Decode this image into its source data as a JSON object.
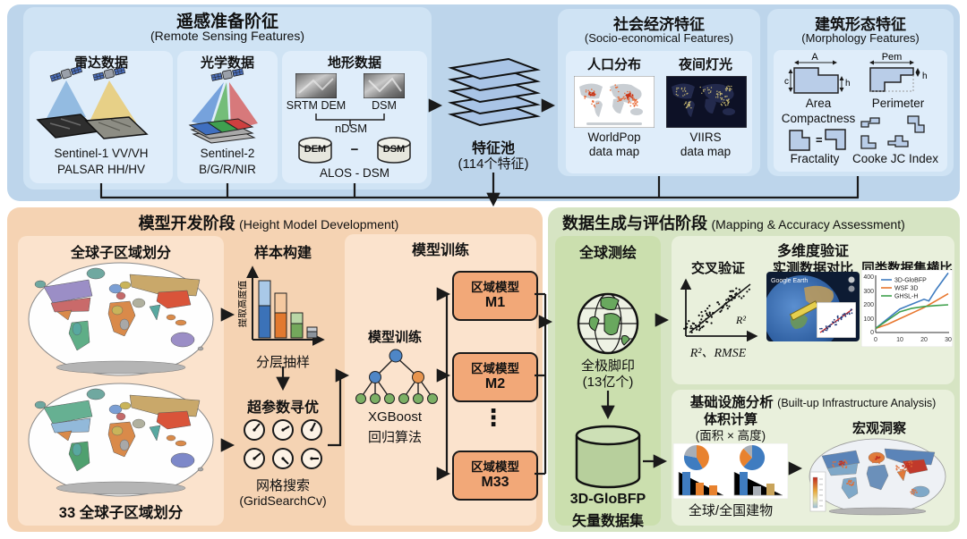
{
  "colors": {
    "panel_blue": "#bdd5eb",
    "panel_orange": "#f5d3b3",
    "panel_green": "#d6e4c3",
    "model_box": "#f2a878",
    "series_blue": "#3f7cc0",
    "series_orange": "#e8772e",
    "series_green": "#3fa04c"
  },
  "remote": {
    "title": "遥感准备阶征",
    "subtitle": "(Remote Sensing Features)",
    "radar": {
      "title": "雷达数据",
      "caption1": "Sentinel-1 VV/VH",
      "caption2": "PALSAR HH/HV"
    },
    "optical": {
      "title": "光学数据",
      "caption1": "Sentinel-2",
      "caption2": "B/G/R/NIR"
    },
    "terrain": {
      "title": "地形数据",
      "tile1": "SRTM DEM",
      "tile2": "DSM",
      "ndsm": "nDSM",
      "cyl1": "DEM",
      "minus": "−",
      "cyl2": "DSM",
      "caption": "ALOS - DSM"
    }
  },
  "pool": {
    "title": "特征池",
    "subtitle": "(114个特征)"
  },
  "socio": {
    "title": "社会经济特征",
    "subtitle": "(Socio-economical Features)",
    "pop": {
      "title": "人口分布",
      "caption1": "WorldPop",
      "caption2": "data map"
    },
    "light": {
      "title": "夜间灯光",
      "caption1": "VIIRS",
      "caption2": "data map"
    }
  },
  "morph": {
    "title": "建筑形态特征",
    "subtitle": "(Morphology Features)",
    "a": "A",
    "c": "c",
    "h": "h",
    "area": "Area",
    "compactness": "Compactness",
    "pem": "Pem",
    "h2": "h",
    "perimeter": "Perimeter",
    "eq": "=",
    "fractality": "Fractality",
    "cooke": "Cooke JC Index"
  },
  "model": {
    "title": "模型开发阶段",
    "subtitle": "(Height Model Development)",
    "region": {
      "title": "全球子区域划分",
      "caption": "33 全球子区域划分"
    },
    "sample": {
      "title": "样本构建",
      "ylabel": "提取高度值",
      "xlabel": "分层抽样"
    },
    "hyper": {
      "title": "超参数寻优",
      "caption1": "网格搜索",
      "caption2": "(GridSearchCv)"
    },
    "train": {
      "panel_title": "模型训练",
      "inner_title": "模型训练",
      "algo1": "XGBoost",
      "algo2": "回归算法",
      "ellipsis": "⋮",
      "m1_label": "区域模型",
      "m1": "M1",
      "m2_label": "区域模型",
      "m2": "M2",
      "m3_label": "区域模型",
      "m3": "M33"
    }
  },
  "mapping": {
    "title": "数据生成与评估阶段",
    "subtitle": "(Mapping & Accuracy Assessment)",
    "global": {
      "title": "全球测绘",
      "caption1": "全极脚印",
      "caption2": "(13亿个)",
      "db1": "3D-GloBFP",
      "db2": "矢量数据集"
    },
    "validation": {
      "title": "多维度验证",
      "cross": {
        "title": "交叉验证",
        "r2": "R²",
        "axis_label": "R²、RMSE"
      },
      "measured": {
        "title": "实测数据对比",
        "watermark": "Google Earth"
      },
      "benchmark": {
        "title": "同类数据集横比",
        "legend": [
          "3D-GloBFP",
          "WSF 3D",
          "GHSL-H"
        ],
        "yticks": [
          "400",
          "300",
          "200",
          "100",
          "0"
        ],
        "xticks": [
          "0",
          "10",
          "20",
          "30"
        ]
      }
    },
    "infra": {
      "title": "基础设施分析",
      "subtitle": "(Built-up Infrastructure Analysis)",
      "volume": {
        "title": "体积计算",
        "subtitle": "(面积 × 高度)",
        "caption": "全球/全国建物"
      },
      "insight": {
        "title": "宏观洞察"
      }
    }
  },
  "chart_data": {
    "type": "line",
    "title": "同类数据集横比",
    "x": [
      0,
      5,
      10,
      15,
      20,
      25,
      30
    ],
    "series": [
      {
        "name": "3D-GloBFP",
        "color": "#3f7cc0",
        "values": [
          30,
          100,
          170,
          205,
          240,
          310,
          430
        ]
      },
      {
        "name": "WSF 3D",
        "color": "#e8772e",
        "values": [
          30,
          60,
          100,
          140,
          180,
          230,
          280
        ]
      },
      {
        "name": "GHSL-H",
        "color": "#3fa04c",
        "values": [
          30,
          90,
          150,
          175,
          188,
          195,
          200
        ]
      }
    ],
    "xlabel": "",
    "ylabel": "",
    "xlim": [
      0,
      30
    ],
    "ylim": [
      0,
      450
    ],
    "legend_position": "upper-left",
    "grid": false
  }
}
